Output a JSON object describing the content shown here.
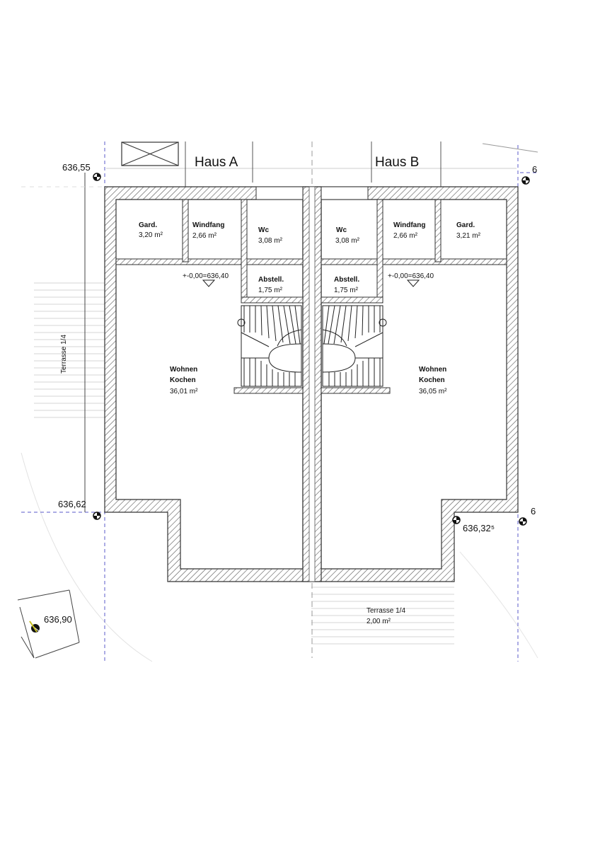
{
  "houses": {
    "a": {
      "title": "Haus A"
    },
    "b": {
      "title": "Haus B"
    }
  },
  "rooms": {
    "a_gard": {
      "name": "Gard.",
      "area": "3,20 m²"
    },
    "a_windfang": {
      "name": "Windfang",
      "area": "2,66 m²"
    },
    "a_wc": {
      "name": "Wc",
      "area": "3,08 m²"
    },
    "a_abstell": {
      "name": "Abstell.",
      "area": "1,75 m²"
    },
    "a_wohnen": {
      "name1": "Wohnen",
      "name2": "Kochen",
      "area": "36,01 m²"
    },
    "b_gard": {
      "name": "Gard.",
      "area": "3,21 m²"
    },
    "b_windfang": {
      "name": "Windfang",
      "area": "2,66 m²"
    },
    "b_wc": {
      "name": "Wc",
      "area": "3,08 m²"
    },
    "b_abstell": {
      "name": "Abstell.",
      "area": "1,75 m²"
    },
    "b_wohnen": {
      "name1": "Wohnen",
      "name2": "Kochen",
      "area": "36,05 m²"
    }
  },
  "levels": {
    "a_floor": "+-0,00=636,40",
    "b_floor": "+-0,00=636,40"
  },
  "elevations": {
    "top_left": "636,55",
    "bottom_left": "636,62",
    "bottom_right": "636,32⁵",
    "corner": "636,90",
    "top_right_partial": "6",
    "right_partial": "6"
  },
  "terraces": {
    "left_label": "Terrasse 1/4",
    "bottom_label": "Terrasse 1/4",
    "bottom_area": "2,00 m²"
  }
}
